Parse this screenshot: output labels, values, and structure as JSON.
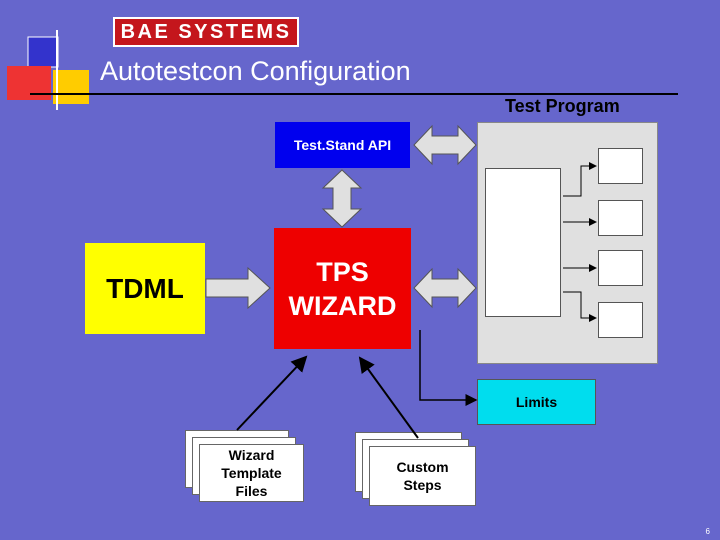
{
  "header": {
    "logo_text": "BAE SYSTEMS",
    "title": "Autotestcon Configuration"
  },
  "diagram": {
    "test_program_label": "Test Program",
    "teststand_label": "Test.Stand API",
    "tdml_label": "TDML",
    "tps_line1": "TPS",
    "tps_line2": "WIZARD",
    "limits_label": "Limits",
    "wizard_files_label": "Wizard\nTemplate\nFiles",
    "custom_steps_label": "Custom\nSteps"
  },
  "footer": {
    "page_number": "6"
  },
  "colors": {
    "background": "#6666cc",
    "logo_red": "#c4161c",
    "teststand_blue": "#0000ee",
    "tdml_yellow": "#ffff00",
    "tps_red": "#ee0000",
    "limits_cyan": "#00ddee"
  }
}
